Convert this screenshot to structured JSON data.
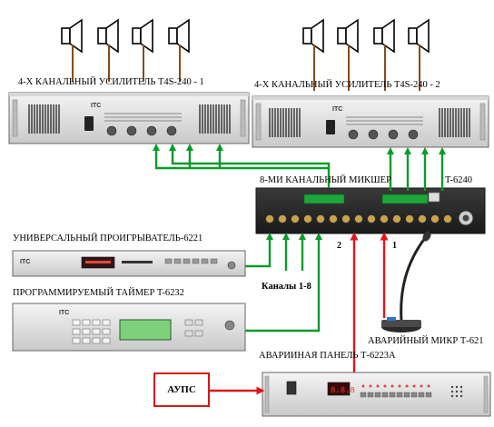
{
  "labels": {
    "amp1": "4-Х КАНАЛЬНЫЙ УСИЛИТЕЛЬ T4S-240 - 1",
    "amp2": "4-Х КАНАЛЬНЫЙ УСИЛИТЕЛЬ T4S-240 - 2",
    "mixer": "8-МИ КАНАЛЬНЫЙ МИКШЕР",
    "mixer_model": "T-6240",
    "player": "УНИВЕРСАЛЬНЫЙ ПРОИГРЫВАТЕЛЬ-6221",
    "timer": "ПРОГРАММИРУЕМЫЙ ТАЙМЕР T-6232",
    "channels": "Каналы 1-8",
    "mic": "АВАРИЙНЫЙ МИКР Т-621",
    "panel": "АВАРИИНАЯ ПАНЕЛЬ Т-6223А",
    "aups": "АУПС",
    "input1": "1",
    "input2": "2",
    "brand": "ITC",
    "panel_display": "8.8.8"
  },
  "colors": {
    "green": "#0a9a2a",
    "red": "#e0161c",
    "speaker_wire": "#8b4a1a",
    "lcd": "#7fd07a"
  }
}
